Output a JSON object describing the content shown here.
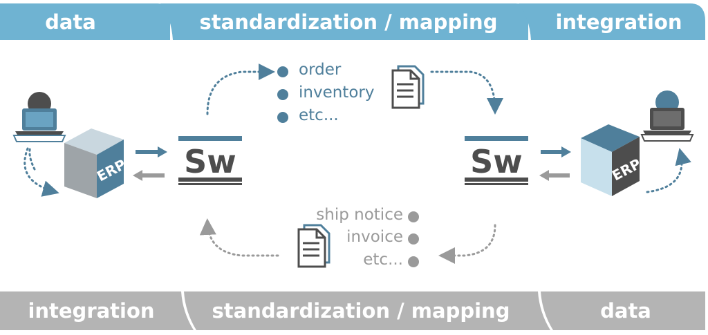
{
  "top_band": {
    "left": "data",
    "center": "standardization / mapping",
    "right": "integration"
  },
  "bottom_band": {
    "left": "integration",
    "center": "standardization / mapping",
    "right": "data"
  },
  "outbound_items": [
    "order",
    "inventory",
    "etc..."
  ],
  "inbound_items": [
    "ship notice",
    "invoice",
    "etc..."
  ],
  "erp_label": "ERP",
  "sw_label": "Sw",
  "colors": {
    "band_blue": "#6fb3d2",
    "band_grey": "#b4b4b4",
    "accent_blue": "#4f7f9b",
    "dark_grey": "#4d4d4d",
    "cube_front": "#9ea4a8",
    "cube_top": "#c9d7df",
    "cube_side_dark": "#4f7f9b",
    "cube_side_light": "#c7e0ec"
  },
  "icons": [
    "laptop-user-icon",
    "erp-cube-icon",
    "sw-logo-icon",
    "document-icon",
    "dotted-arrow-icon",
    "arrow-icon"
  ]
}
